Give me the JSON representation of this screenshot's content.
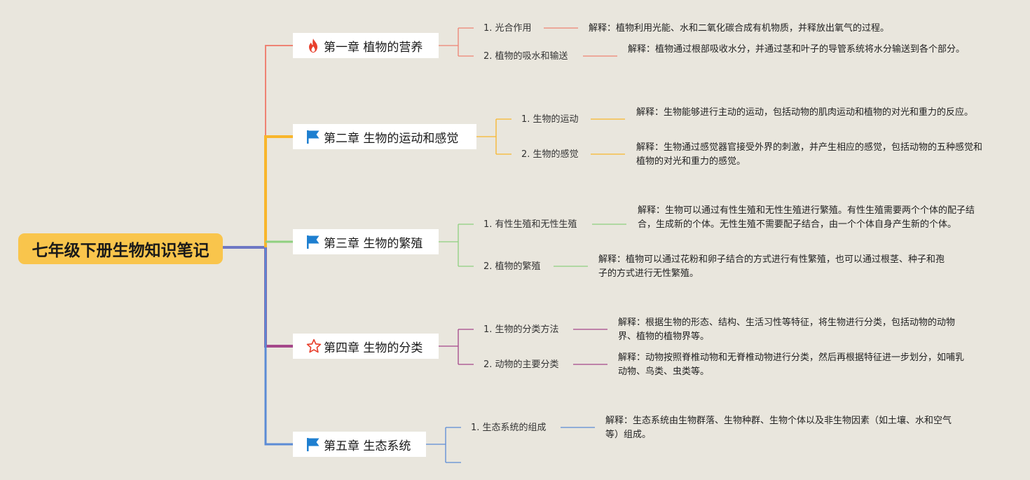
{
  "root": {
    "title": "七年级下册生物知识笔记"
  },
  "colors": {
    "ch1": "#ee8373",
    "ch2": "#f8b62c",
    "ch3": "#8fd07f",
    "ch4": "#a5478a",
    "ch5": "#5b8bd5",
    "root_link": "#6e78c4"
  },
  "chapters": [
    {
      "title": "第一章 植物的营养",
      "icon": "fire-icon",
      "topics": [
        {
          "label": "1. 光合作用",
          "note": "解释：植物利用光能、水和二氧化碳合成有机物质，并释放出氧气的过程。"
        },
        {
          "label": "2. 植物的吸水和输送",
          "note": "解释：植物通过根部吸收水分，并通过茎和叶子的导管系统将水分输送到各个部分。"
        }
      ]
    },
    {
      "title": "第二章 生物的运动和感觉",
      "icon": "flag-icon",
      "topics": [
        {
          "label": "1. 生物的运动",
          "note": "解释：生物能够进行主动的运动，包括动物的肌肉运动和植物的对光和重力的反应。"
        },
        {
          "label": "2. 生物的感觉",
          "note": "解释：生物通过感觉器官接受外界的刺激，并产生相应的感觉，包括动物的五种感觉和植物的对光和重力的感觉。"
        }
      ]
    },
    {
      "title": "第三章 生物的繁殖",
      "icon": "flag-icon",
      "topics": [
        {
          "label": "1. 有性生殖和无性生殖",
          "note": "解释：生物可以通过有性生殖和无性生殖进行繁殖。有性生殖需要两个个体的配子结合，生成新的个体。无性生殖不需要配子结合，由一个个体自身产生新的个体。"
        },
        {
          "label": "2. 植物的繁殖",
          "note": "解释：植物可以通过花粉和卵子结合的方式进行有性繁殖，也可以通过根茎、种子和孢子的方式进行无性繁殖。"
        }
      ]
    },
    {
      "title": "第四章 生物的分类",
      "icon": "star-icon",
      "topics": [
        {
          "label": "1. 生物的分类方法",
          "note": "解释：根据生物的形态、结构、生活习性等特征，将生物进行分类，包括动物的动物界、植物的植物界等。"
        },
        {
          "label": "2. 动物的主要分类",
          "note": "解释：动物按照脊椎动物和无脊椎动物进行分类，然后再根据特征进一步划分，如哺乳动物、鸟类、虫类等。"
        }
      ]
    },
    {
      "title": "第五章 生态系统",
      "icon": "flag-icon",
      "topics": [
        {
          "label": "1. 生态系统的组成",
          "note": "解释：生态系统由生物群落、生物种群、生物个体以及非生物因素（如土壤、水和空气等）组成。"
        }
      ]
    }
  ]
}
